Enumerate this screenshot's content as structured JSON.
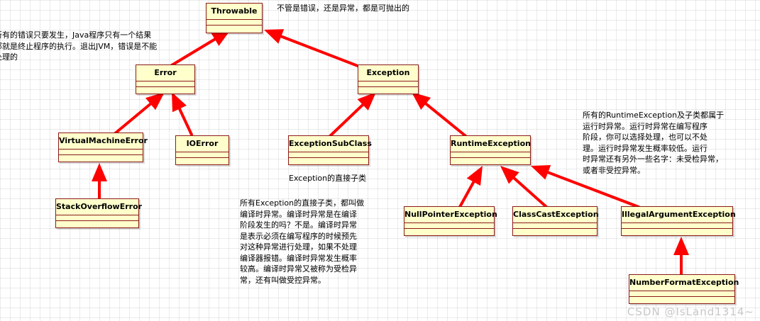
{
  "classes": {
    "throwable": "Throwable",
    "error": "Error",
    "exception": "Exception",
    "virtual_machine_error": "VirtualMachineError",
    "io_error": "IOError",
    "exception_sub_class": "ExceptionSubClass",
    "runtime_exception": "RuntimeException",
    "stack_overflow_error": "StackOverflowError",
    "null_pointer_exception": "NullPointerException",
    "class_cast_exception": "ClassCastException",
    "illegal_argument_exception": "IllegalArgumentException",
    "number_format_exception": "NumberFormatException"
  },
  "notes": {
    "throwable_note": "不管是错误，还是异常，都是可抛出的",
    "error_note": "所有的错误只要发生，Java程序只有一个结果\n那就是终止程序的执行。退出JVM，错误是不能\n处理的",
    "subclass_label": "Exception的直接子类",
    "checked_note": "所有Exception的直接子类，都叫做\n编译时异常。编译时异常是在编译\n阶段发生的吗？不是。编译时异常\n是表示必须在编写程序的时候预先\n对这种异常进行处理，如果不处理\n编译器报错。编译时异常发生概率\n较高。编译时异常又被称为受检异\n常，还有叫做受控异常。",
    "runtime_note": "所有的RuntimeException及子类都属于\n运行时异常。运行时异常在编写程序\n阶段，你可以选择处理，也可以不处\n理。运行时异常发生概率较低。运行\n时异常还有另外一些名字：未受检异常，\n或者非受控异常。"
  },
  "watermark": "CSDN @IsLand1314~",
  "colors": {
    "class_fill": "#ffffcc",
    "class_border": "#8b1a1a",
    "arrow": "#ff0000"
  }
}
